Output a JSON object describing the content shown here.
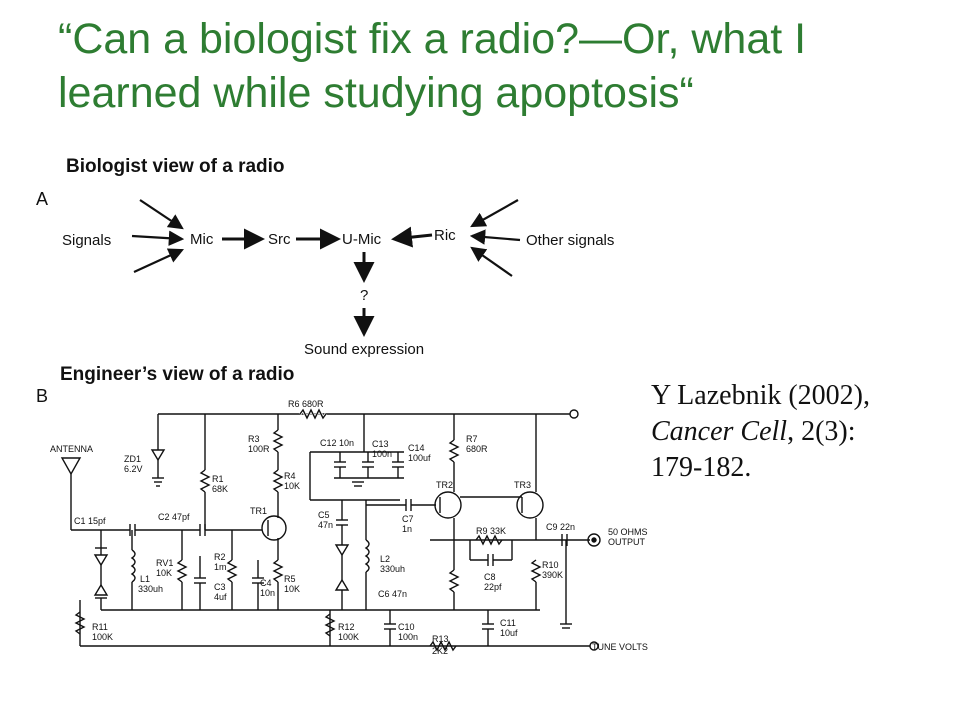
{
  "slide": {
    "title": "“Can a biologist fix a radio?—Or, what I learned while studying apoptosis“",
    "colors": {
      "title": "#2e7d32",
      "text": "#111111"
    }
  },
  "panel_a": {
    "letter": "A",
    "caption": "Biologist view of a radio",
    "nodes": {
      "signals": "Signals",
      "mic": "Mic",
      "src": "Src",
      "umic": "U-Mic",
      "ric": "Ric",
      "other_signals": "Other signals",
      "unknown": "?",
      "sound_expression": "Sound expression"
    }
  },
  "panel_b": {
    "letter": "B",
    "caption": "Engineer’s view of a radio",
    "components": {
      "r6": "R6 680R",
      "antenna": "ANTENNA",
      "zd1": [
        "ZD1",
        "6.2V"
      ],
      "r3": [
        "R3",
        "100R"
      ],
      "c12": "C12 10n",
      "c13": [
        "C13",
        "100n"
      ],
      "c14": [
        "C14",
        "100uf"
      ],
      "r7": [
        "R7",
        "680R"
      ],
      "r1": [
        "R1",
        "68K"
      ],
      "r4": [
        "R4",
        "10K"
      ],
      "tr2": "TR2",
      "tr3": "TR3",
      "tr1": "TR1",
      "c5": [
        "C5",
        "47n"
      ],
      "c7": [
        "C7",
        "1n"
      ],
      "c1": "C1 15pf",
      "c2": "C2 47pf",
      "r9": "R9 33K",
      "c9": "C9 22n",
      "output": [
        "50 OHMS",
        "OUTPUT"
      ],
      "r2": [
        "R2",
        "1m"
      ],
      "rv1": [
        "RV1",
        "10K"
      ],
      "l1": [
        "L1",
        "330uh"
      ],
      "c3": [
        "C3",
        "4uf"
      ],
      "c4": [
        "C4",
        "10n"
      ],
      "r5": [
        "R5",
        "10K"
      ],
      "l2": [
        "L2",
        "330uh"
      ],
      "c8": [
        "C8",
        "22pf"
      ],
      "r10": [
        "R10",
        "390K"
      ],
      "c6": "C6 47n",
      "r11": [
        "R11",
        "100K"
      ],
      "r12": [
        "R12",
        "100K"
      ],
      "c10": [
        "C10",
        "100n"
      ],
      "c11": [
        "C11",
        "10uf"
      ],
      "r13": [
        "R13",
        "2K2"
      ],
      "tune_volts": "TUNE VOLTS"
    }
  },
  "citation": {
    "authors_year": "Y Lazebnik (2002),",
    "journal": "Cancer Cell",
    "volume_issue": ", 2(3):",
    "pages": "179-182."
  }
}
